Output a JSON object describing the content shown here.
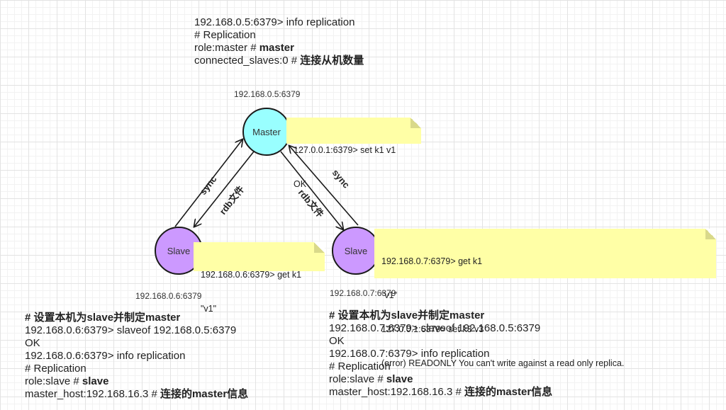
{
  "master_info": {
    "lines": [
      [
        {
          "t": "192.168.0.5:6379> info replication",
          "b": false
        }
      ],
      [
        {
          "t": "# Replication",
          "b": false
        }
      ],
      [
        {
          "t": "role:master # ",
          "b": false
        },
        {
          "t": "master",
          "b": true
        }
      ],
      [
        {
          "t": "connected_slaves:0 # ",
          "b": false
        },
        {
          "t": "连接从机数量",
          "b": true
        }
      ]
    ]
  },
  "nodes": {
    "master": {
      "label": "Master",
      "ip": "192.168.0.5:6379",
      "color": "#99ffff"
    },
    "slave_left": {
      "label": "Slave",
      "ip": "192.168.0.6:6379",
      "color": "#cc99ff"
    },
    "slave_right": {
      "label": "Slave",
      "ip": "192.168.0.7:6379",
      "color": "#cc99ff"
    }
  },
  "edges": {
    "sync_left": "sync",
    "rdb_left": "rdb文件",
    "rdb_right": "rdb文件",
    "sync_right": "sync"
  },
  "notes": {
    "master": [
      "127.0.0.1:6379> set k1 v1",
      "OK"
    ],
    "slave_left": [
      "192.168.0.6:6379> get k1",
      "\"v1\""
    ],
    "slave_right": [
      "192.168.0.7:6379> get k1",
      "\"v1\"",
      "127.0.0.1:6379> set k3 v3",
      "(error) READONLY You can't write against a read only replica."
    ]
  },
  "slave_left_info": {
    "lines": [
      [
        {
          "t": "# 设置本机为slave并制定master",
          "b": true
        }
      ],
      [
        {
          "t": "192.168.0.6:6379> slaveof 192.168.0.5:6379",
          "b": false
        }
      ],
      [
        {
          "t": "OK",
          "b": false
        }
      ],
      [
        {
          "t": "192.168.0.6:6379> info replication",
          "b": false
        }
      ],
      [
        {
          "t": "# Replication",
          "b": false
        }
      ],
      [
        {
          "t": "role:slave # ",
          "b": false
        },
        {
          "t": "slave",
          "b": true
        }
      ],
      [
        {
          "t": "master_host:192.168.16.3 # ",
          "b": false
        },
        {
          "t": "连接的master信息",
          "b": true
        }
      ]
    ]
  },
  "slave_right_info": {
    "lines": [
      [
        {
          "t": "# 设置本机为slave并制定master",
          "b": true
        }
      ],
      [
        {
          "t": "192.168.0.7:6379> slaveof 192.168.0.5:6379",
          "b": false
        }
      ],
      [
        {
          "t": "OK",
          "b": false
        }
      ],
      [
        {
          "t": "192.168.0.7:6379> info replication",
          "b": false
        }
      ],
      [
        {
          "t": "# Replication",
          "b": false
        }
      ],
      [
        {
          "t": "role:slave # ",
          "b": false
        },
        {
          "t": "slave",
          "b": true
        }
      ],
      [
        {
          "t": "master_host:192.168.16.3 # ",
          "b": false
        },
        {
          "t": "连接的master信息",
          "b": true
        }
      ]
    ]
  },
  "colors": {
    "note": "#ffffa6",
    "line": "#1a1a1a"
  }
}
